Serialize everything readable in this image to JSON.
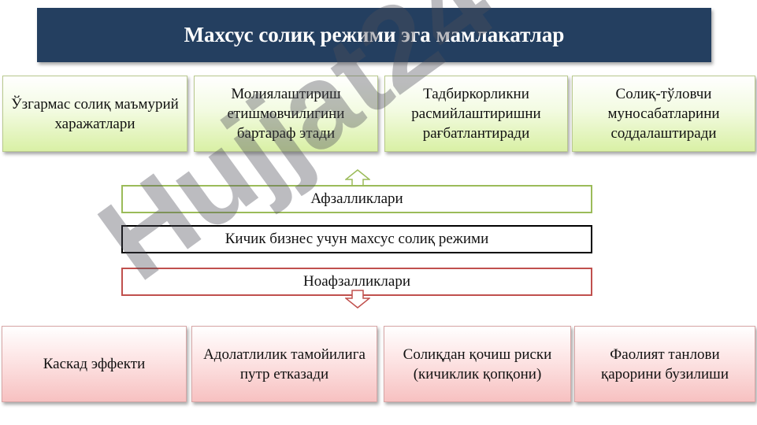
{
  "title": "Махсус солиқ режими эга мамлакатлар",
  "advantages": [
    "Ўзгармас солиқ маъмурий харажатлари",
    "Молиялаштириш етишмовчилигини бартараф этади",
    "Тадбиркорликни расмийлаштиришни рағбатлантиради",
    "Солиқ-тўловчи муносабатларини соддалаштиради"
  ],
  "advantages_label": "Афзалликлари",
  "center_label": "Кичик бизнес учун махсус солиқ режими",
  "disadvantages_label": "Ноафзалликлари",
  "disadvantages": [
    "Каскад эффекти",
    "Адолатлилик тамойилига путр етказади",
    "Солиқдан қочиш риски (кичиклик қопқони)",
    "Фаолият танлови қарорини бузилиши"
  ],
  "watermark": "Hujjat24"
}
